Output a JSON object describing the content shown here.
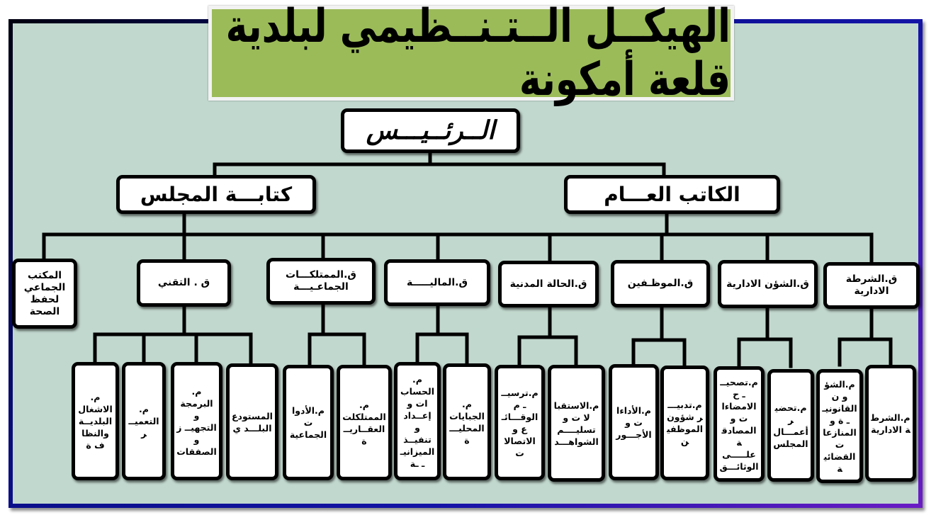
{
  "title": "الهيكــل الــتـنــظيمي لبلدية قلعة أمكونة",
  "top": {
    "label": "الــرئــيـــس"
  },
  "level2": {
    "general_secretary": "الكاتب العـــام",
    "council_secretariat": "كتابـــة المجلس"
  },
  "divisions": [
    {
      "label": "المكتب الجماعي لحفظ الصحة"
    },
    {
      "label": "ق . التقني"
    },
    {
      "label": "ق.الممتلكـــات الجماعـيـــة"
    },
    {
      "label": "ق.الماليـــــة"
    },
    {
      "label": "ق.الحالة المدنية"
    },
    {
      "label": "ق.الموظـفين"
    },
    {
      "label": "ق.الشؤن الادارية"
    },
    {
      "label": "ق.الشرطة الادارية"
    }
  ],
  "services": [
    {
      "label": "م. الاشغال البلديــة والنظاف ة"
    },
    {
      "label": "م. التعميــر"
    },
    {
      "label": "م. البرمجة و التجهيــ ز و الصفقات"
    },
    {
      "label": "المستودع البلـــد ي"
    },
    {
      "label": "م.الأدوات الجماعية"
    },
    {
      "label": "م. الممتلكلت العقــاريــ ة"
    },
    {
      "label": "م. الحساب ات و إعــداد و تنفيــذ الميزانيــ ـة"
    },
    {
      "label": "م. الجبايات المحليـــ ة"
    },
    {
      "label": "م.ترسيـــ م الوقـــائـ ع و الاتصالات"
    },
    {
      "label": "م.الاستقبالا ت و تسليــــم الشواهـــد"
    },
    {
      "label": "م.الأداءات و الأجـــور"
    },
    {
      "label": "م.تدبيـــر شؤون الموظفين"
    },
    {
      "label": "م.تصحيـــ ح الامضاءا ت و المصادقة علـــــى الوثائـــق"
    },
    {
      "label": "م.تحضير أعمـــال المجلس"
    },
    {
      "label": "م.الشؤو ن القانونيــ ة و المنازعا ت القضائية"
    },
    {
      "label": "م.الشرطة الادارية"
    }
  ],
  "colors": {
    "background": "#c1d8ce",
    "title_banner": "#9bbb59",
    "frame_border": "#1414a6",
    "box_border": "#000000",
    "box_fill": "#ffffff"
  }
}
